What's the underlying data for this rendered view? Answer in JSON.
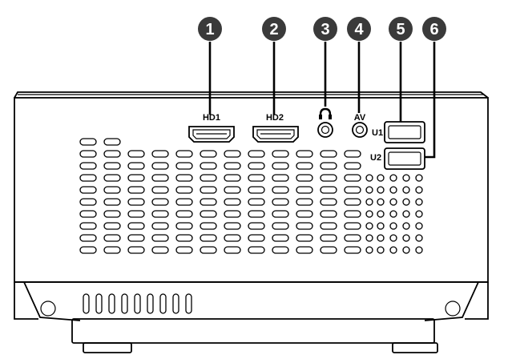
{
  "callouts": [
    "1",
    "2",
    "3",
    "4",
    "5",
    "6"
  ],
  "ports": {
    "hdmi1": "HD1",
    "hdmi2": "HD2",
    "av": "AV",
    "usb1": "U1",
    "usb2": "U2"
  },
  "icons": {
    "headphone": "headphone-icon"
  }
}
